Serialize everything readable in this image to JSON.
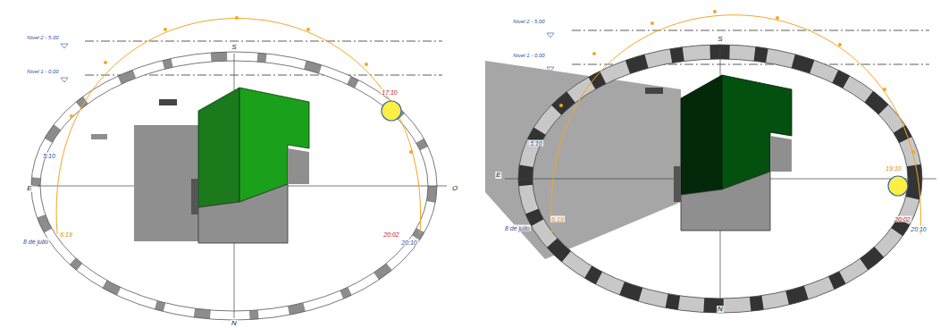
{
  "diagram": {
    "labels": [
      "Nivel 2 - 5,00",
      "Nivel 1 - 0,00",
      "S",
      "E",
      "O",
      "N",
      "17:10",
      "5:10",
      "6:19",
      "8 de julio",
      "20:02",
      "20:10",
      "Nivel 2 - 5,00",
      "Nivel 1 - 0,00",
      "S",
      "E",
      "N",
      "19:10",
      "5:10",
      "6:19",
      "8 de julio",
      "20:02",
      "20:10"
    ]
  }
}
